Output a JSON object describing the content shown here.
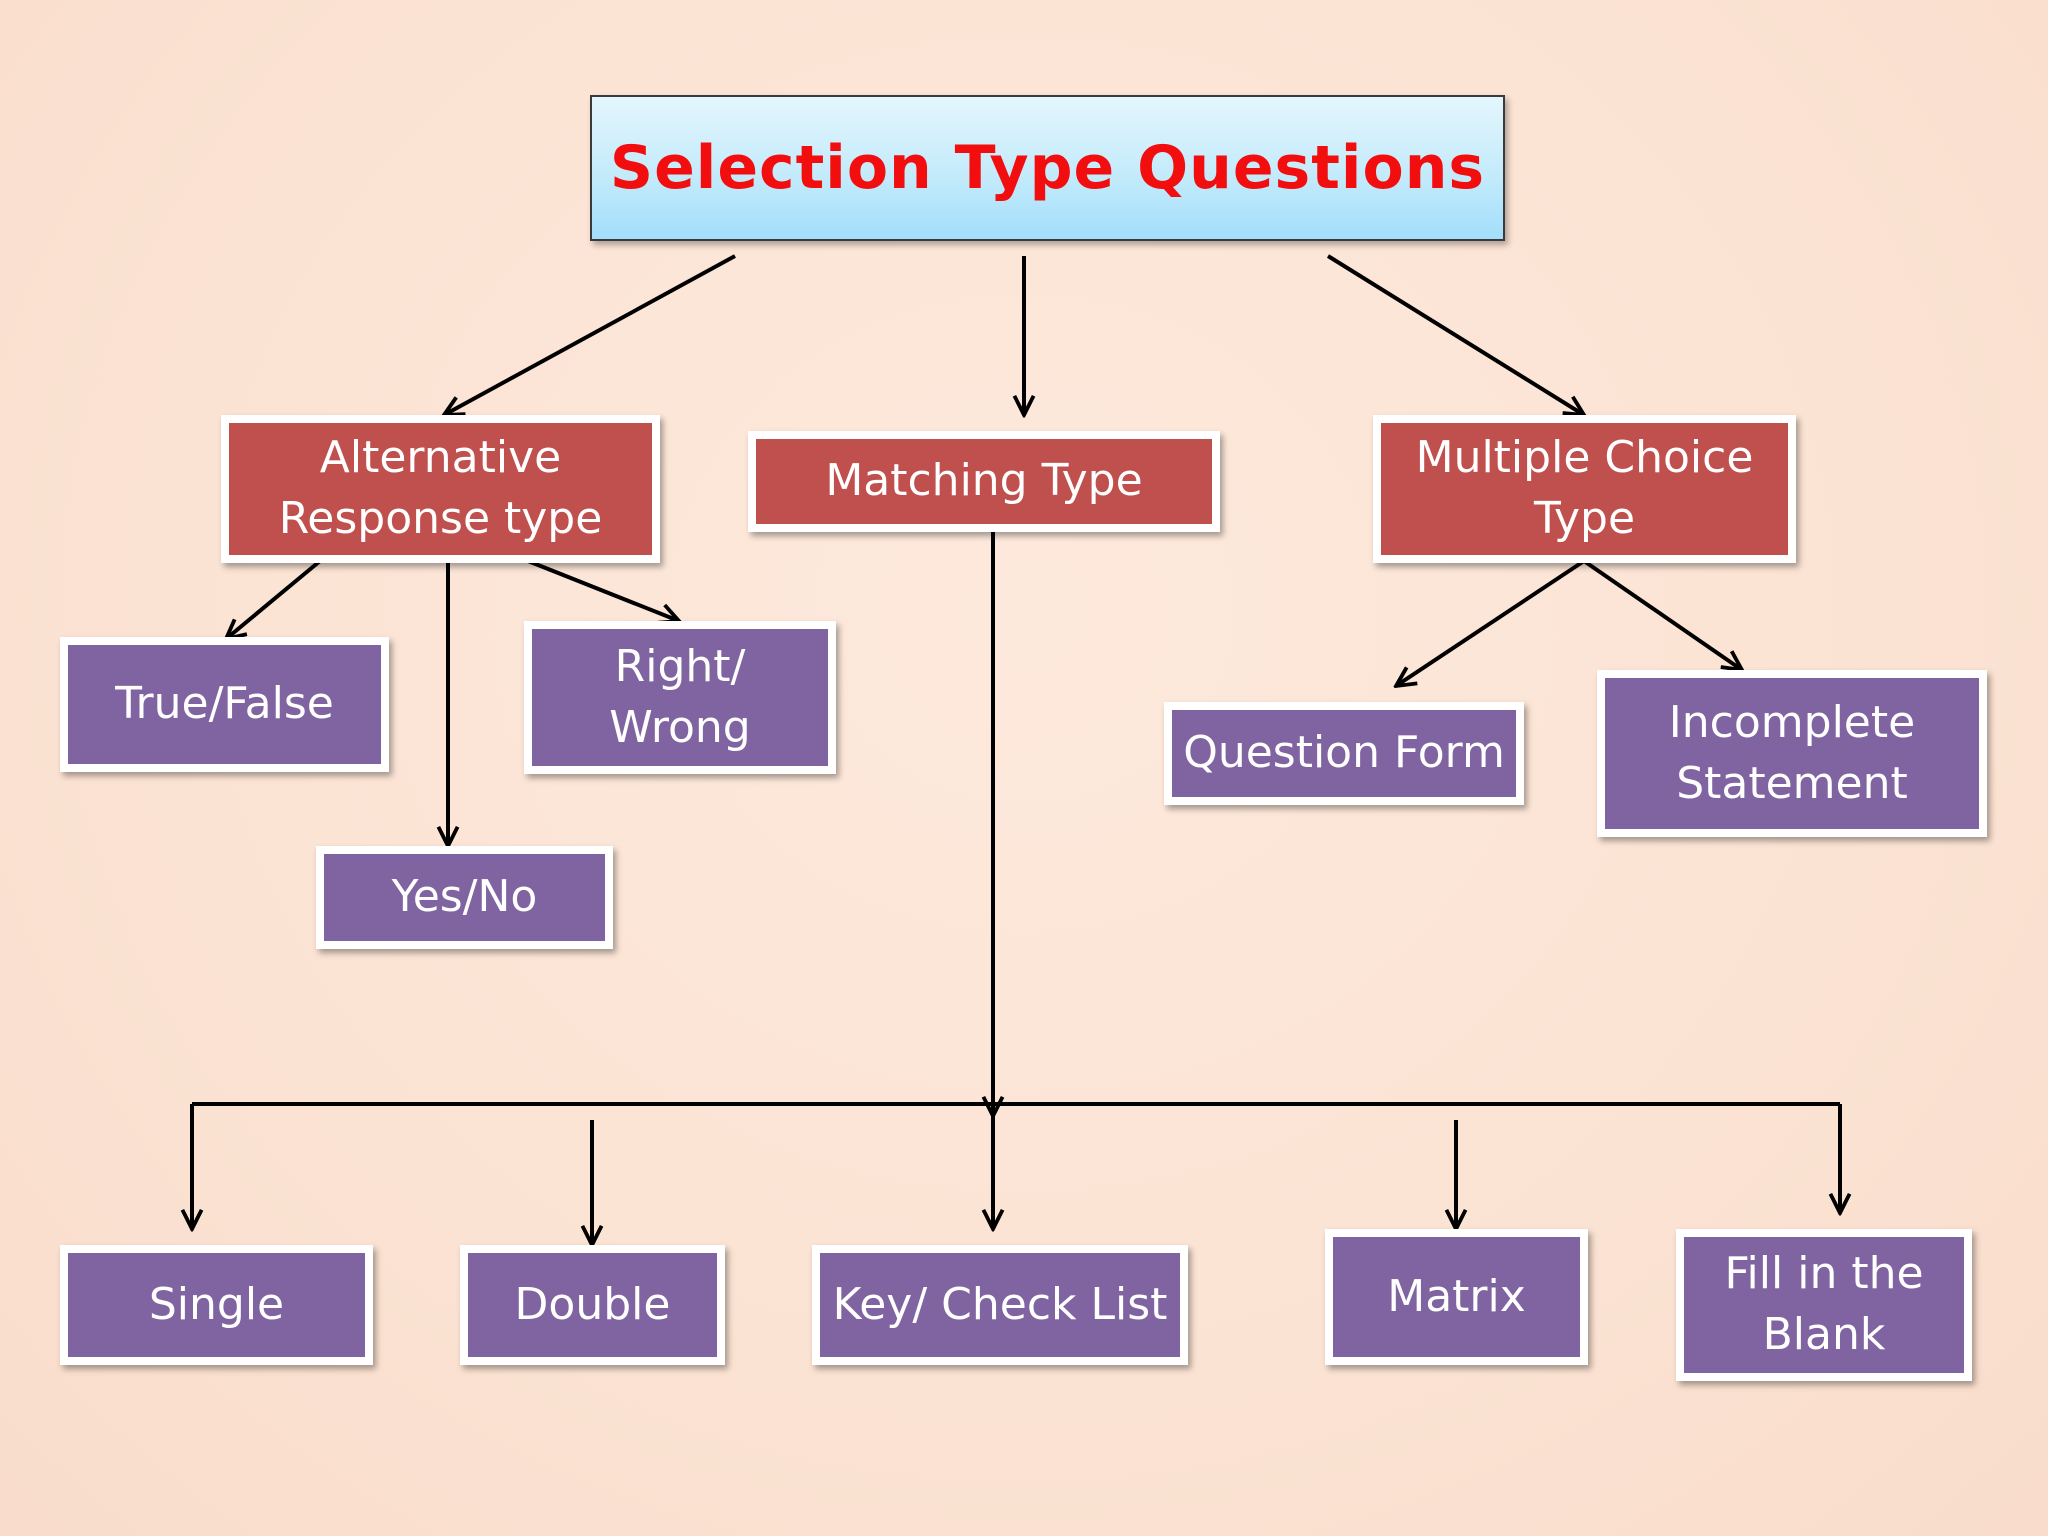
{
  "title": "Selection Type Questions",
  "colors": {
    "title_text": "#f20e0e",
    "category_fill": "#c0504d",
    "leaf_fill": "#8064a2",
    "box_border": "#ffffff",
    "arrow": "#000000"
  },
  "categories": {
    "alternative": "Alternative\nResponse type",
    "matching": "Matching Type",
    "multiple": "Multiple Choice\nType"
  },
  "alternative_items": {
    "true_false": "True/False",
    "right_wrong": "Right/\nWrong",
    "yes_no": "Yes/No"
  },
  "multiple_items": {
    "question_form": "Question Form",
    "incomplete": "Incomplete\nStatement"
  },
  "matching_items": {
    "single": "Single",
    "double": "Double",
    "key_check": "Key/ Check List",
    "matrix": "Matrix",
    "fill_blank": "Fill in the\nBlank"
  }
}
